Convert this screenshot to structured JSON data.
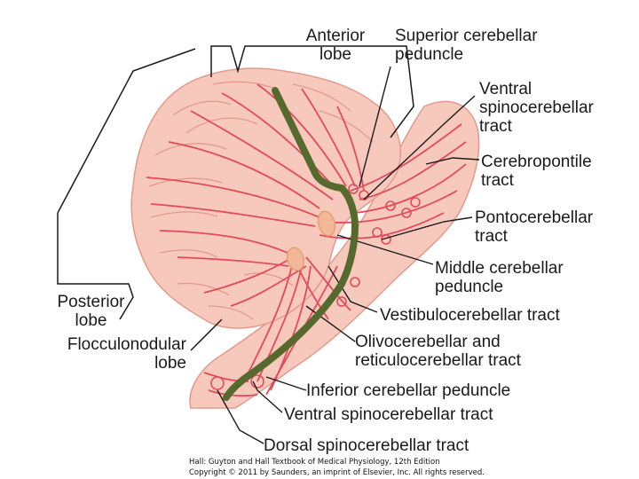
{
  "labels": {
    "anterior_lobe": [
      "Anterior",
      "lobe"
    ],
    "superior_cerebellar_peduncle": [
      "Superior cerebellar",
      "peduncle"
    ],
    "ventral_spinocerebellar_tract_top": [
      "Ventral",
      "spinocerebellar",
      "tract"
    ],
    "cerebropontile_tract": [
      "Cerebropontile",
      "tract"
    ],
    "pontocerebellar_tract": [
      "Pontocerebellar",
      "tract"
    ],
    "middle_cerebellar_peduncle": [
      "Middle cerebellar",
      "peduncle"
    ],
    "vestibulocerebellar_tract": "Vestibulocerebellar tract",
    "olivocerebellar_tract": [
      "Olivocerebellar and",
      "reticulocerebellar tract"
    ],
    "inferior_cerebellar_peduncle": "Inferior cerebellar peduncle",
    "ventral_spinocerebellar_tract_bottom": "Ventral spinocerebellar tract",
    "dorsal_spinocerebellar_tract": "Dorsal spinocerebellar tract",
    "posterior_lobe": [
      "Posterior",
      "lobe"
    ],
    "flocculonodular_lobe": [
      "Flocculonodular",
      "lobe"
    ]
  },
  "credit": [
    "Hall: Guyton and Hall Textbook of Medical Physiology, 12th Edition",
    "Copyright © 2011 by Saunders, an imprint of Elsevier, Inc. All rights reserved."
  ],
  "colors": {
    "tissue": "#f7c9bd",
    "tissue_outline": "#e39a8c",
    "tract": "#e44a5a",
    "highlight_path": "#566a2e",
    "text": "#1a1a1a"
  }
}
